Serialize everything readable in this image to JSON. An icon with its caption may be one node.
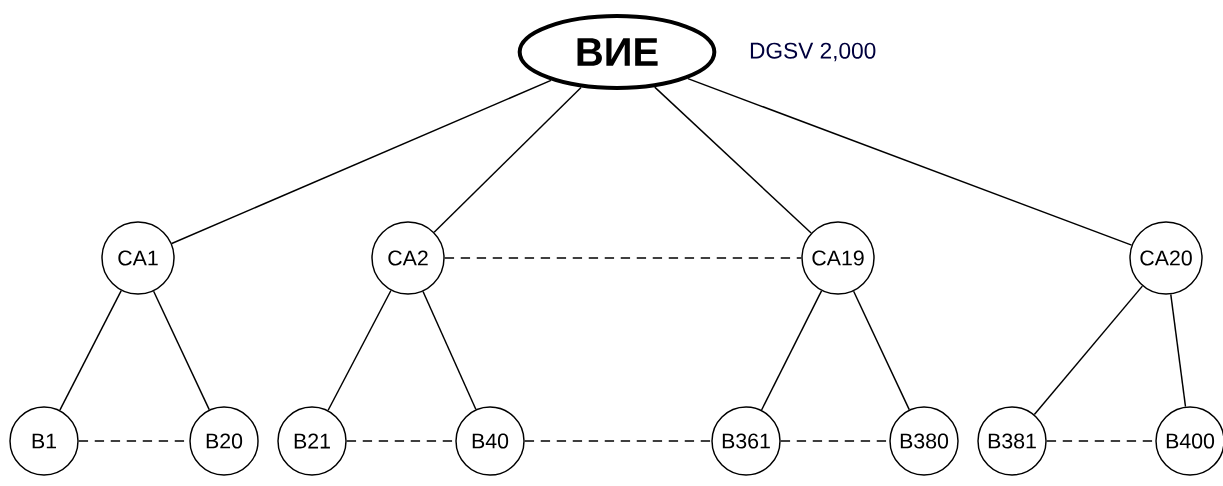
{
  "diagram": {
    "nodes": [
      {
        "text": [
          "ВИЕ"
        ],
        "beside": [
          "DGSV 2,000"
        ]
      },
      {
        "text": [
          "CA1"
        ]
      },
      {
        "text": [
          "CA2"
        ]
      },
      {
        "text": [
          "CA19"
        ]
      },
      {
        "text": [
          "CA20"
        ]
      },
      {
        "text": [
          "B1"
        ]
      },
      {
        "text": [
          "B20"
        ]
      },
      {
        "text": [
          "B21"
        ]
      },
      {
        "text": [
          "B40"
        ]
      },
      {
        "text": [
          "B361"
        ]
      },
      {
        "text": [
          "B380"
        ]
      },
      {
        "text": [
          "B381"
        ]
      },
      {
        "text": [
          "B400"
        ]
      }
    ],
    "edges": [
      {
        "from": 0,
        "to": 1,
        "arrow": "none"
      },
      {
        "from": 0,
        "to": 2,
        "arrow": "none"
      },
      {
        "from": 0,
        "to": 3,
        "arrow": "none"
      },
      {
        "from": 0,
        "to": 4,
        "arrow": "none"
      },
      {
        "from": 2,
        "to": 3,
        "arrow": "none",
        "style": "dashed"
      },
      {
        "from": 1,
        "to": 5,
        "arrow": "none"
      },
      {
        "from": 1,
        "to": 6,
        "arrow": "none"
      },
      {
        "from": 2,
        "to": 7,
        "arrow": "none"
      },
      {
        "from": 2,
        "to": 8,
        "arrow": "none"
      },
      {
        "from": 3,
        "to": 9,
        "arrow": "none"
      },
      {
        "from": 3,
        "to": 10,
        "arrow": "none"
      },
      {
        "from": 4,
        "to": 11,
        "arrow": "none"
      },
      {
        "from": 4,
        "to": 12,
        "arrow": "none"
      },
      {
        "from": 5,
        "to": 6,
        "arrow": "none",
        "style": "dashed"
      },
      {
        "from": 7,
        "to": 8,
        "arrow": "none",
        "style": "dashed"
      },
      {
        "from": 8,
        "to": 9,
        "arrow": "none",
        "style": "dashed"
      },
      {
        "from": 9,
        "to": 10,
        "arrow": "none",
        "style": "dashed"
      },
      {
        "from": 11,
        "to": 12,
        "arrow": "none",
        "style": "dashed"
      }
    ]
  }
}
